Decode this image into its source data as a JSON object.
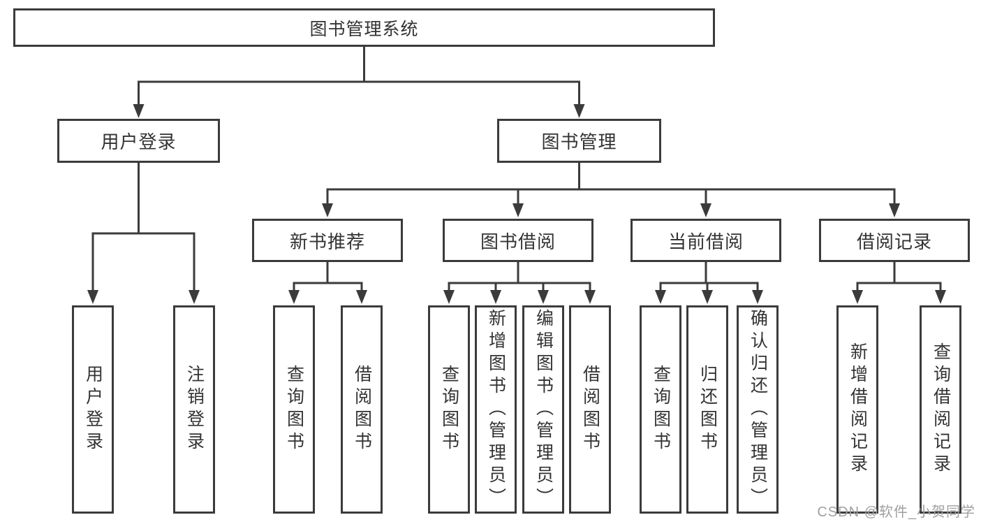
{
  "tree": {
    "root": "图书管理系统",
    "branches": [
      {
        "label": "用户登录",
        "leaves": [
          "用户登录",
          "注销登录"
        ]
      },
      {
        "label": "图书管理",
        "groups": [
          {
            "label": "新书推荐",
            "leaves": [
              "查询图书",
              "借阅图书"
            ]
          },
          {
            "label": "图书借阅",
            "leaves": [
              "查询图书",
              "新增图书（管理员）",
              "编辑图书（管理员）",
              "借阅图书"
            ]
          },
          {
            "label": "当前借阅",
            "leaves": [
              "查询图书",
              "归还图书",
              "确认归还（管理员）"
            ]
          },
          {
            "label": "借阅记录",
            "leaves": [
              "新增借阅记录",
              "查询借阅记录"
            ]
          }
        ]
      }
    ]
  },
  "watermark": {
    "text": "CSDN @软件_小贺同学",
    "color": "#a0a0a0"
  },
  "colors": {
    "line": "#3b3b3b",
    "text": "#333333",
    "background": "#ffffff"
  }
}
